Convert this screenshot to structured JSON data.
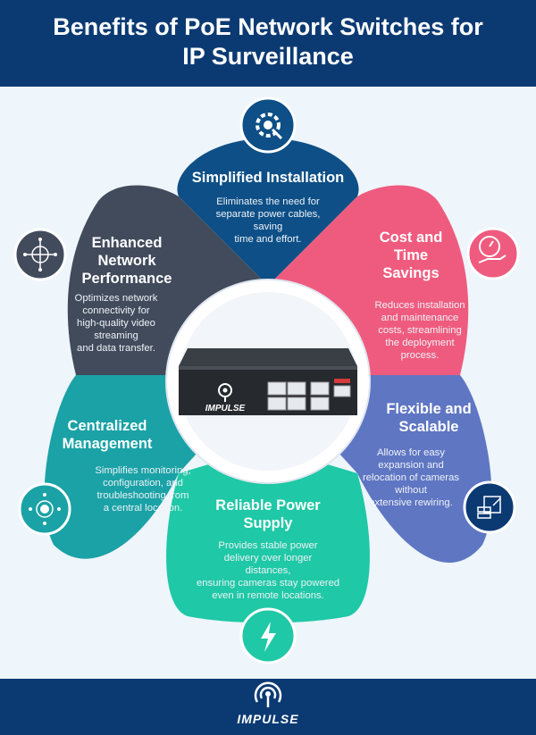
{
  "title": "Benefits of PoE Network Switches for\nIP Surveillance",
  "colors": {
    "navy": "#0b3a73",
    "installation": "#0d4f86",
    "cost": "#ef5b7e",
    "flexible": "#5f76c3",
    "power": "#1fc8a6",
    "management": "#1aa2a6",
    "performance": "#414b5c"
  },
  "center": {
    "brand": "IMPULSE"
  },
  "sections": {
    "installation": {
      "icon": "gear-wrench-icon",
      "heading": "Simplified Installation",
      "text": "Eliminates the need for\nseparate power cables,\nsaving\ntime and effort."
    },
    "cost": {
      "icon": "dollar-clock-hand-icon",
      "heading": "Cost and\nTime\nSavings",
      "text": "Reduces installation\nand maintenance\ncosts, streamlining\nthe deployment\nprocess."
    },
    "flexible": {
      "icon": "server-expand-icon",
      "heading": "Flexible and\nScalable",
      "text": "Allows for easy\nexpansion and\nrelocation of cameras\nwithout\nextensive rewiring."
    },
    "power": {
      "icon": "lightning-icon",
      "heading": "Reliable Power\nSupply",
      "text": "Provides stable power\ndelivery over longer\ndistances,\nensuring cameras stay powered\neven in remote locations."
    },
    "management": {
      "icon": "hub-arrows-icon",
      "heading": "Centralized\nManagement",
      "text": "Simplifies monitoring,\nconfiguration, and\ntroubleshooting from\na central location."
    },
    "performance": {
      "icon": "network-globe-icon",
      "heading": "Enhanced\nNetwork\nPerformance",
      "text": "Optimizes network\nconnectivity for\nhigh-quality video\nstreaming\nand data transfer."
    }
  },
  "footer": {
    "brand": "IMPULSE"
  }
}
